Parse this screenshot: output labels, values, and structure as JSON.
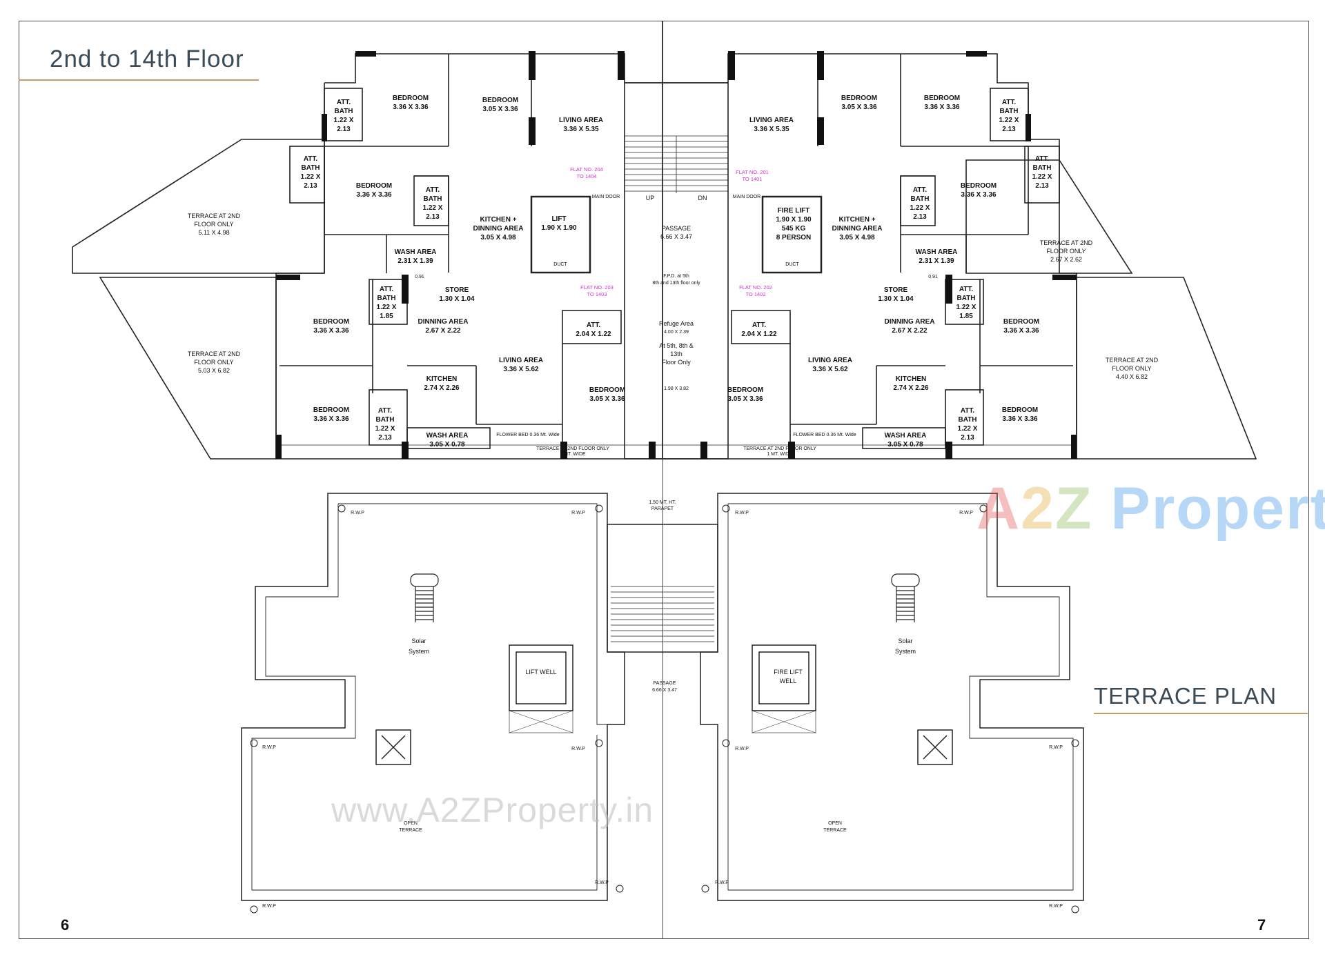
{
  "left_page": {
    "heading": "2nd to 14th Floor",
    "page_number": "6"
  },
  "right_page": {
    "heading": "TERRACE PLAN",
    "page_number": "7"
  },
  "watermark": {
    "brand": [
      "A",
      "2",
      "Z",
      " Property"
    ],
    "url": "www.A2ZProperty.in"
  },
  "colors": {
    "accent_rule": "#c79a6a",
    "heading": "#3a4a56",
    "flat_label": "#d02fd0"
  },
  "floor_plan": {
    "flat_labels": [
      "FLAT NO. 204",
      "TO 1404",
      "FLAT NO. 201",
      "TO 1401",
      "FLAT NO. 203",
      "TO 1403",
      "FLAT NO. 202",
      "TO 1402"
    ],
    "lift": [
      "LIFT",
      "1.90 X 1.90"
    ],
    "fire_lift": [
      "FIRE LIFT",
      "1.90 X 1.90",
      "545 KG",
      "8 PERSON"
    ],
    "passage": [
      "PASSAGE",
      "6.66 X 3.47"
    ],
    "refuge": [
      "Refuge Area",
      "4.00 X 2.39",
      "At 5th, 8th &",
      "13th",
      "Floor Only",
      "1.98 X 3.82"
    ],
    "fire_note": [
      "F.P.D. at 5th",
      "8th and 13th floor only"
    ],
    "stair": [
      "UP",
      "DN"
    ],
    "main_door": "MAIN DOOR",
    "duct": "DUCT",
    "terraces": [
      [
        "TERRACE AT 2ND",
        "FLOOR ONLY",
        "5.11 X 4.98"
      ],
      [
        "TERRACE AT 2ND",
        "FLOOR ONLY",
        "5.03 X 6.82"
      ],
      [
        "TERRACE AT 2ND",
        "FLOOR ONLY",
        "2.67 X 2.62"
      ],
      [
        "TERRACE AT 2ND",
        "FLOOR ONLY",
        "4.40 X 6.82"
      ]
    ],
    "rooms": {
      "bedroom": "BEDROOM",
      "att_bath": "ATT.",
      "bath": "BATH",
      "living": "LIVING AREA",
      "kitchen_dinning": "KITCHEN +",
      "dinning_area_word": "DINNING AREA",
      "wash": "WASH AREA",
      "store": "STORE",
      "kitchen": "KITCHEN",
      "dinning": "DINNING AREA"
    },
    "dims": {
      "b336": "3.36 X 3.36",
      "b305": "3.05 X 3.36",
      "la535": "3.36 X 5.35",
      "la562": "3.36 X 5.62",
      "bath122": "1.22 X",
      "bath213": "2.13",
      "bath185": "1.85",
      "kd": "3.05 X 4.98",
      "wash131": "2.31 X 1.39",
      "wash078": "3.05 X 0.78",
      "store": "1.30 X 1.04",
      "din": "2.67 X 2.22",
      "kit": "2.74 X 2.26",
      "attbath204": "2.04 X 1.22",
      "d091": "0.91"
    },
    "bottom_notes": [
      "FLOWER BED 0.36 Mt. Wide",
      "TERRACE AT 2ND FLOOR ONLY",
      "1 MT. WIDE"
    ]
  },
  "terrace_plan": {
    "parapet": [
      "1.50 MT. HT.",
      "PARAPET"
    ],
    "rwp": "R.W.P",
    "solar": [
      "Solar",
      "System"
    ],
    "lift_well": "LIFT WELL",
    "fire_lift_well": [
      "FIRE LIFT",
      "WELL"
    ],
    "passage": [
      "PASSAGE",
      "6.66 X 3.47"
    ],
    "open_terrace": [
      "OPEN",
      "TERRACE"
    ]
  }
}
